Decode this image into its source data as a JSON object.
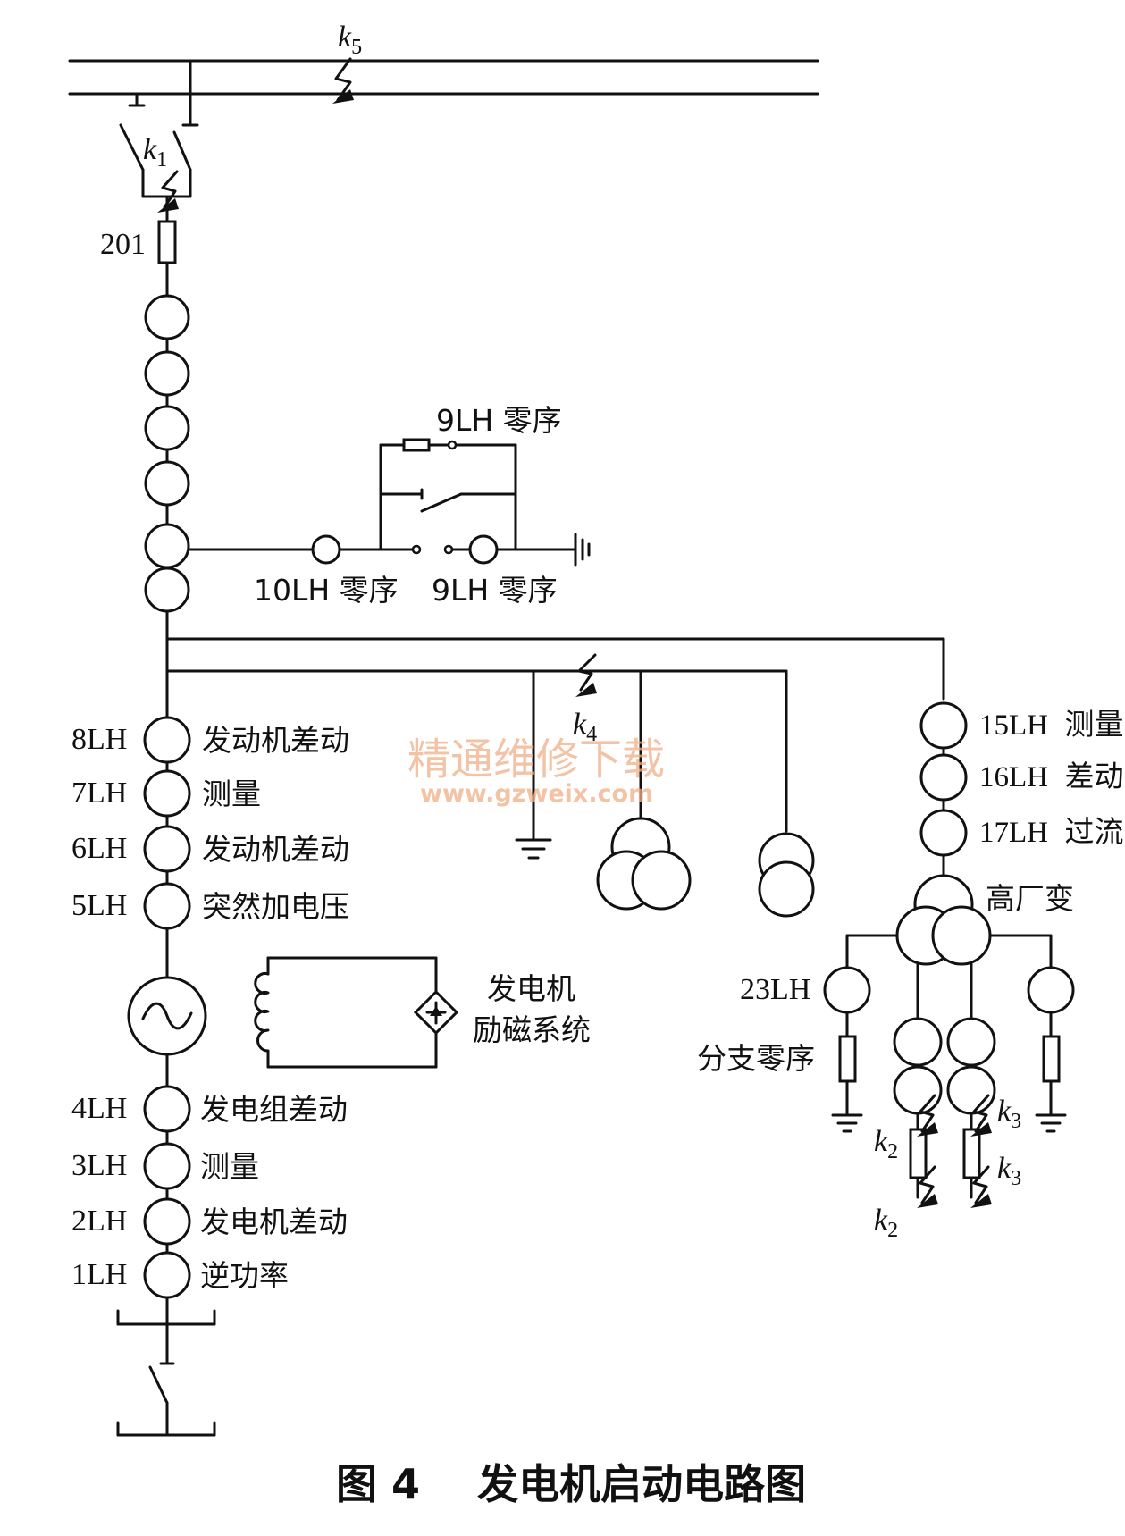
{
  "caption": "图 4    发电机启动电路图",
  "watermark": {
    "line1": "精通维修下载",
    "line2": "www.gzweix.com"
  },
  "faults": {
    "k5": "k5",
    "k1": "k1",
    "k4": "k4",
    "k2": "k2",
    "k3": "k3"
  },
  "breaker_label": "201",
  "zero_seq": {
    "top": "9LH 零序",
    "left": "10LH 零序",
    "right": "9LH 零序"
  },
  "upper_cts": [
    {
      "id": "8LH",
      "function": "发动机差动"
    },
    {
      "id": "7LH",
      "function": "测量"
    },
    {
      "id": "6LH",
      "function": "发动机差动"
    },
    {
      "id": "5LH",
      "function": "突然加电压"
    }
  ],
  "excitation": {
    "line1": "发电机",
    "line2": "励磁系统"
  },
  "lower_cts": [
    {
      "id": "4LH",
      "function": "发电组差动"
    },
    {
      "id": "3LH",
      "function": "测量"
    },
    {
      "id": "2LH",
      "function": "发电机差动"
    },
    {
      "id": "1LH",
      "function": "逆功率"
    }
  ],
  "aux_cts": [
    {
      "id": "15LH",
      "function": "测量"
    },
    {
      "id": "16LH",
      "function": "差动"
    },
    {
      "id": "17LH",
      "function": "过流"
    }
  ],
  "hv_aux_transformer": "高厂变",
  "branch": {
    "ct": "23LH",
    "label": "分支零序"
  }
}
